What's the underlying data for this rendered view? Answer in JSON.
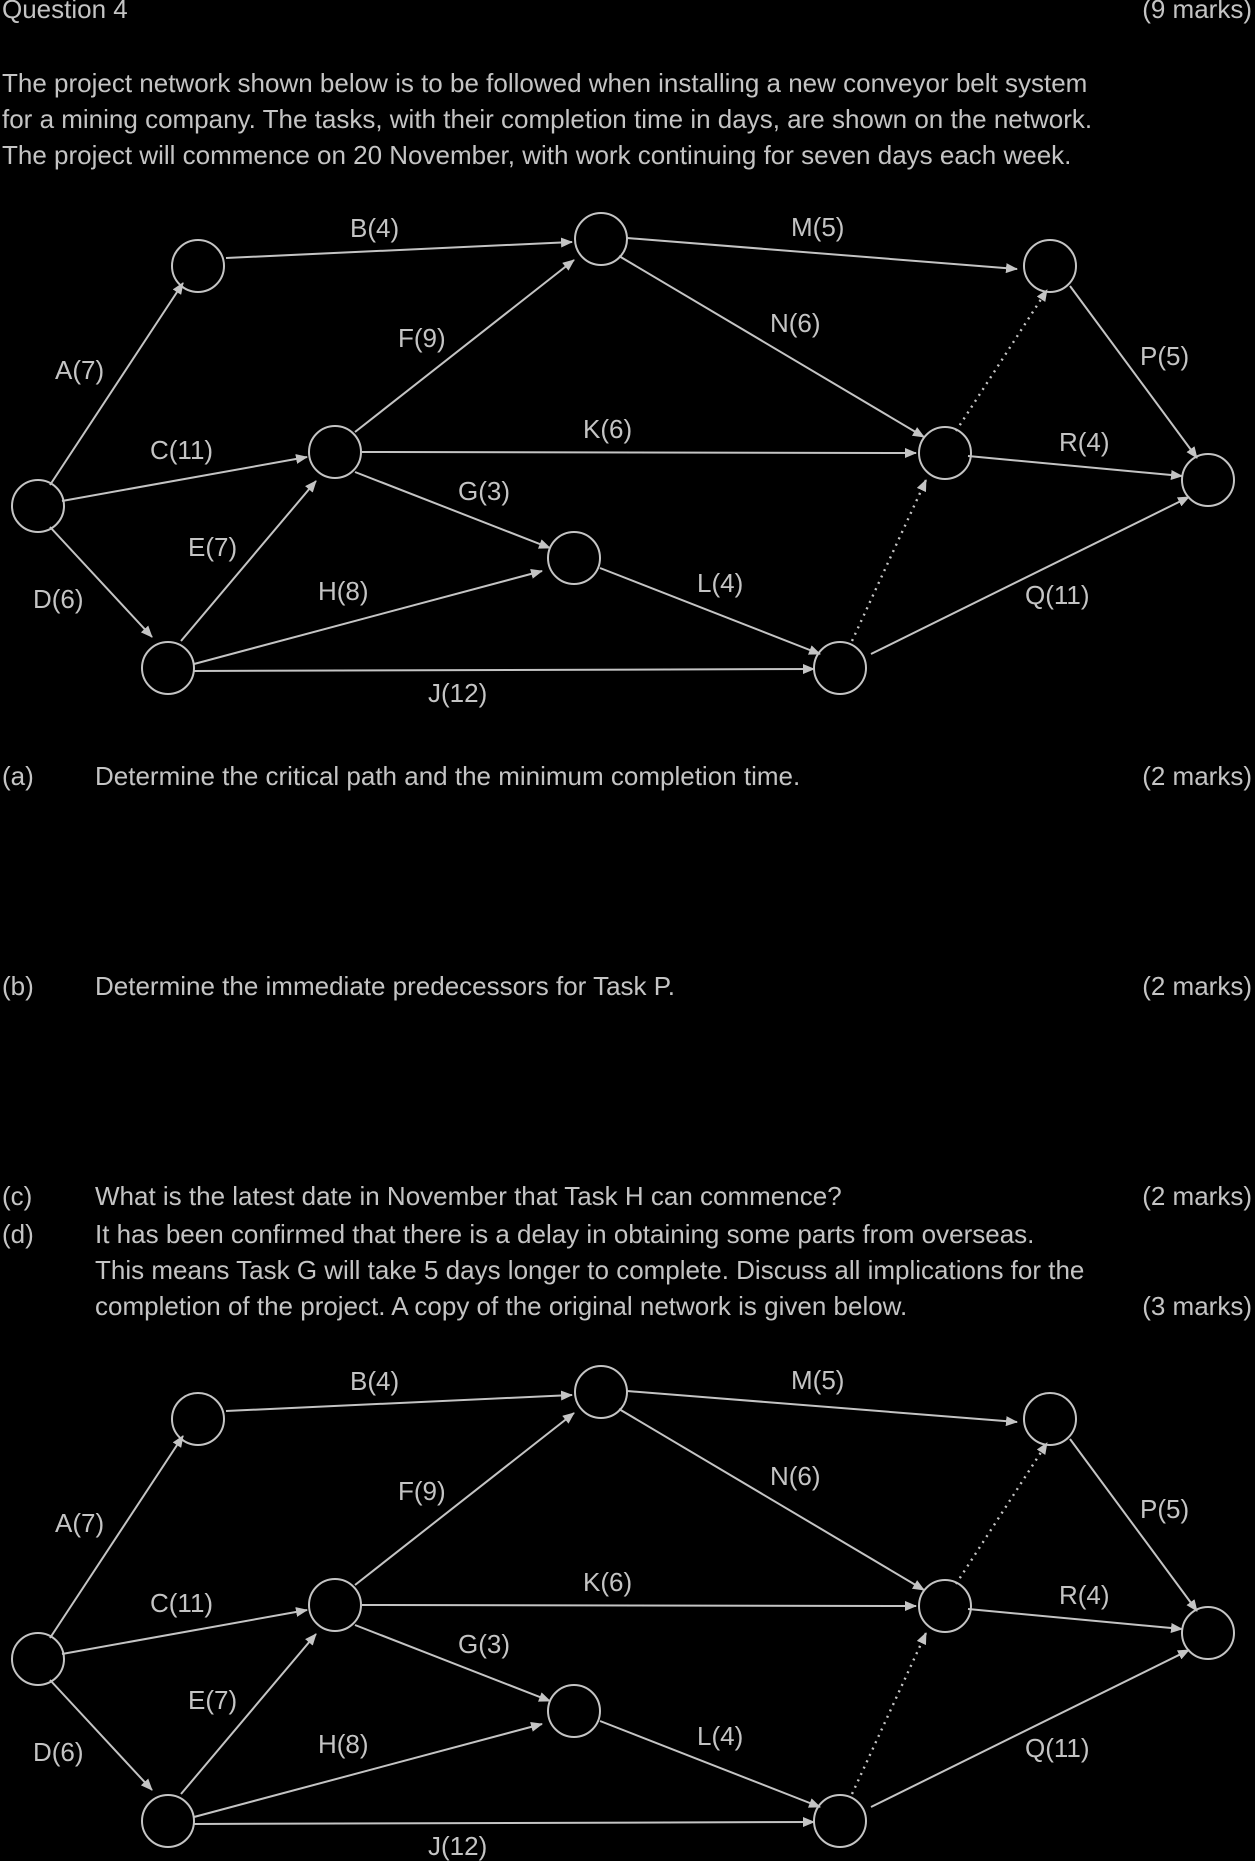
{
  "header": {
    "title": "Question 4",
    "marks": "(9 marks)"
  },
  "intro": [
    "The project network shown below is to be followed when installing a new conveyor belt system",
    "for a mining company. The tasks, with their completion time in days, are shown on the network.",
    "The project will commence on 20 November, with work continuing for seven days each week."
  ],
  "network": {
    "edges": [
      {
        "label": "A(7)"
      },
      {
        "label": "B(4)"
      },
      {
        "label": "C(11)"
      },
      {
        "label": "D(6)"
      },
      {
        "label": "E(7)"
      },
      {
        "label": "F(9)"
      },
      {
        "label": "G(3)"
      },
      {
        "label": "H(8)"
      },
      {
        "label": "J(12)"
      },
      {
        "label": "K(6)"
      },
      {
        "label": "L(4)"
      },
      {
        "label": "M(5)"
      },
      {
        "label": "N(6)"
      },
      {
        "label": "P(5)"
      },
      {
        "label": "Q(11)"
      },
      {
        "label": "R(4)"
      }
    ]
  },
  "questions": [
    {
      "label": "(a)",
      "lines": [
        "Determine the critical path and the minimum completion time."
      ],
      "marks": "(2 marks)"
    },
    {
      "label": "(b)",
      "lines": [
        "Determine the immediate predecessors for Task P."
      ],
      "marks": "(2 marks)"
    },
    {
      "label": "(c)",
      "lines": [
        "What is the latest date in November that Task H can commence?"
      ],
      "marks": "(2 marks)"
    },
    {
      "label": "(d)",
      "lines": [
        "It has been confirmed that there is a delay in obtaining some parts from overseas.",
        "This means Task G will take 5 days longer to complete. Discuss all implications for the",
        "completion of the project. A copy of the original network is given below."
      ],
      "marks": "(3 marks)"
    }
  ]
}
